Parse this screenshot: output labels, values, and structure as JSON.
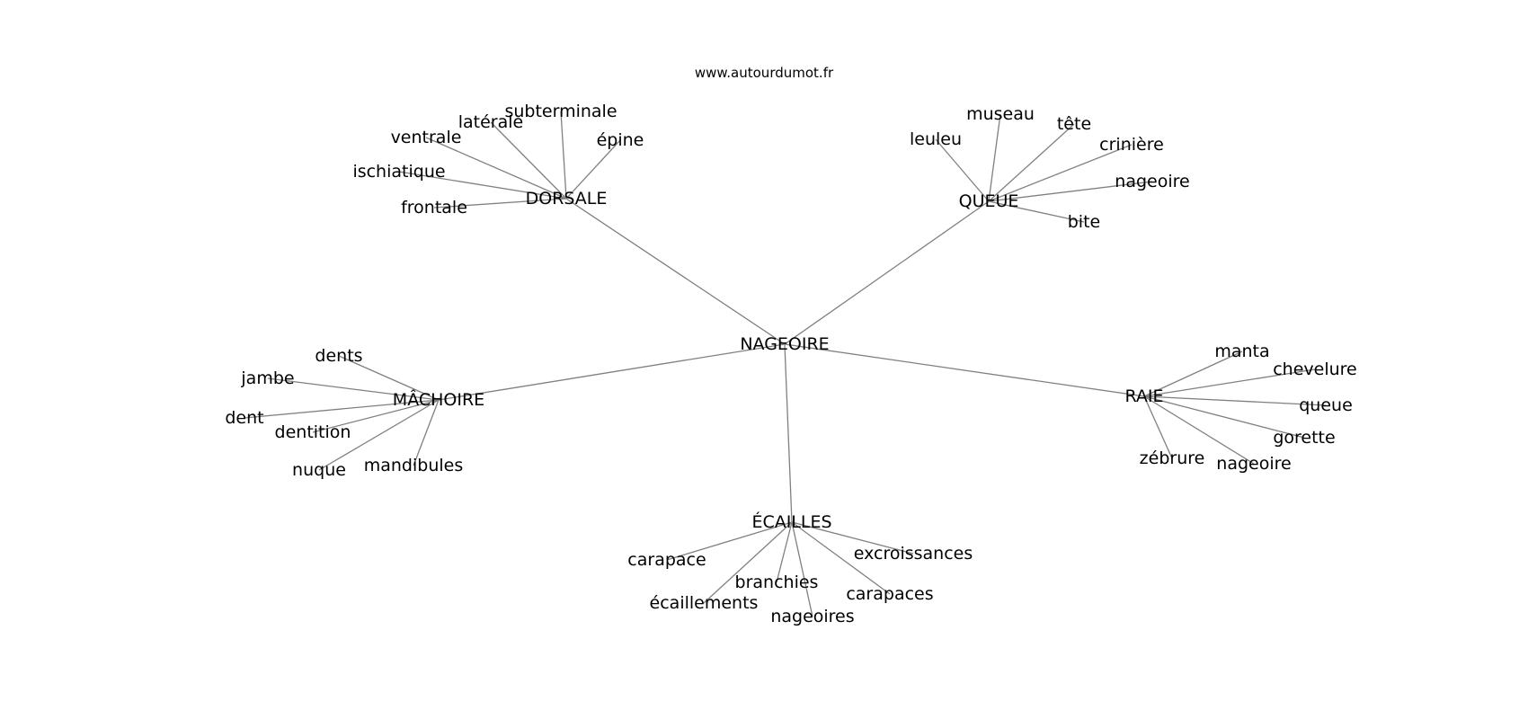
{
  "source": "www.autourdumot.fr",
  "center": "NAGEOIRE",
  "colors": {
    "edge": "#808080",
    "text": "#000000",
    "background": "#ffffff"
  },
  "clusters": [
    {
      "id": "dorsale",
      "label": "DORSALE",
      "words": [
        "subterminale",
        "latérale",
        "ventrale",
        "épine",
        "ischiatique",
        "frontale"
      ]
    },
    {
      "id": "queue",
      "label": "QUEUE",
      "words": [
        "museau",
        "tête",
        "leuleu",
        "crinière",
        "nageoire",
        "bite"
      ]
    },
    {
      "id": "machoire",
      "label": "MÂCHOIRE",
      "words": [
        "dents",
        "jambe",
        "dent",
        "dentition",
        "nuque",
        "mandibules"
      ]
    },
    {
      "id": "raie",
      "label": "RAIE",
      "words": [
        "manta",
        "chevelure",
        "queue",
        "gorette",
        "nageoire",
        "zébrure"
      ]
    },
    {
      "id": "ecailles",
      "label": "ÉCAILLES",
      "words": [
        "carapace",
        "excroissances",
        "branchies",
        "carapaces",
        "écaillements",
        "nageoires"
      ]
    }
  ]
}
